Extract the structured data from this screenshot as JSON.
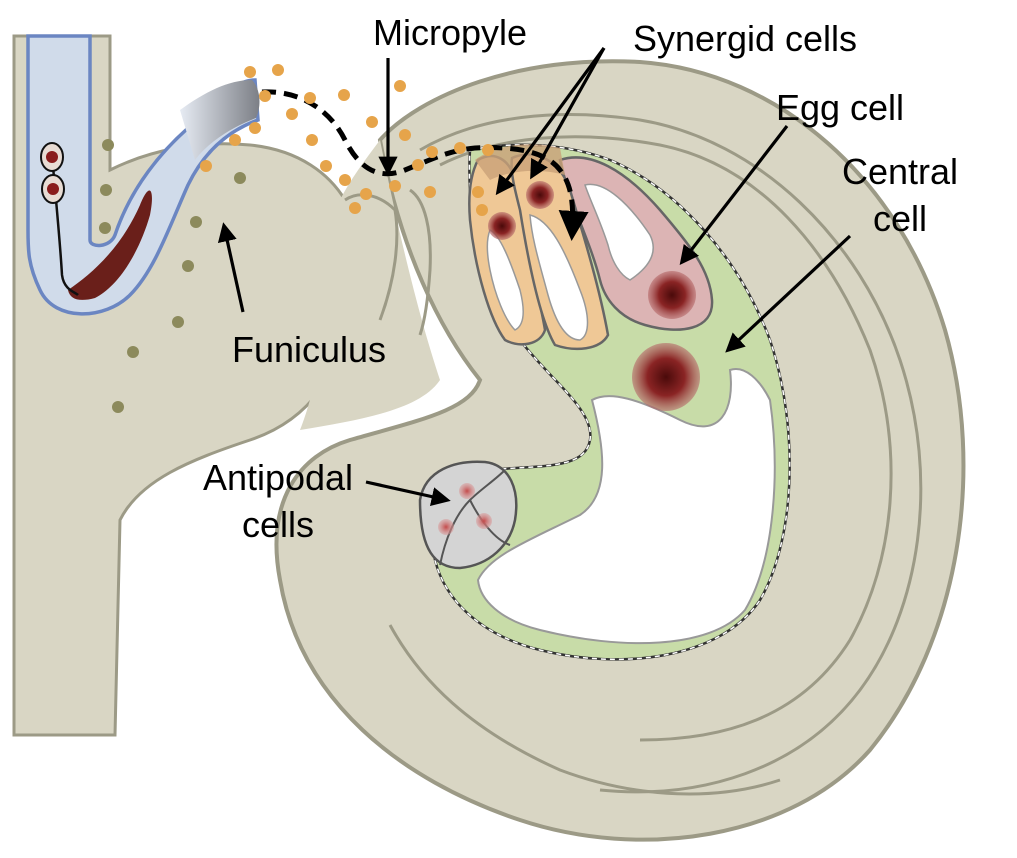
{
  "labels": {
    "micropyle": "Micropyle",
    "synergid_cells": "Synergid cells",
    "egg_cell": "Egg cell",
    "central_cell_line1": "Central",
    "central_cell_line2": "cell",
    "funiculus": "Funiculus",
    "antipodal_line1": "Antipodal",
    "antipodal_line2": "cells"
  },
  "colors": {
    "tissue": "#d9d6c4",
    "tissue_outline": "#9c9a86",
    "central_cell": "#c8dca8",
    "egg_cell": "#dcb4b4",
    "synergid": "#efc896",
    "nucleus": "#7a1a1a",
    "antipodal": "#d4d4d4",
    "pollen_tube_fill": "#d0dbea",
    "pollen_tube_outline": "#6b86c2",
    "signal_dots_orange": "#e6a44a",
    "signal_dots_olive": "#8c8a5c"
  }
}
